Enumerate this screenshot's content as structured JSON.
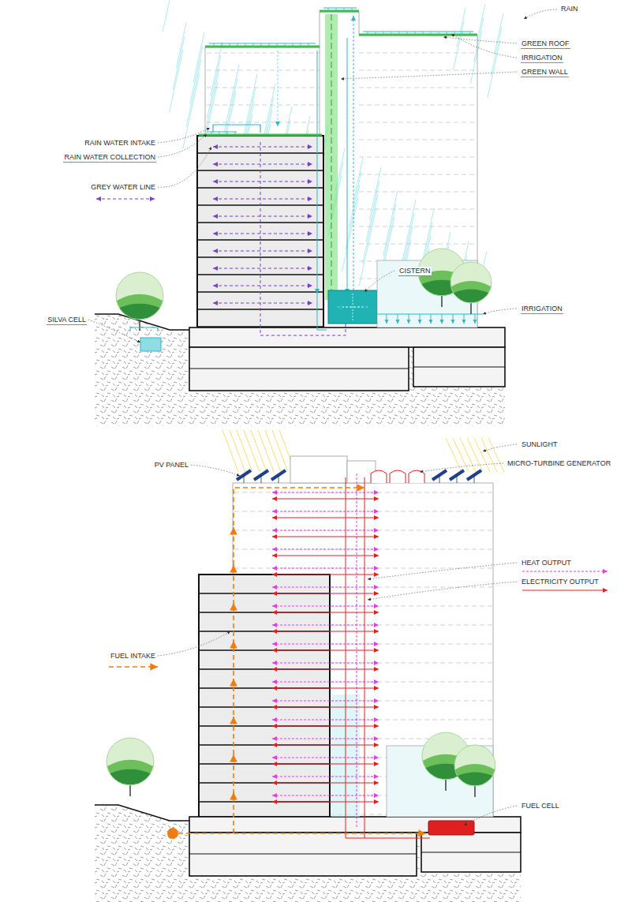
{
  "diagram": {
    "labels": [
      "RAIN",
      "GREEN ROOF",
      "IRRIGATION",
      "GREEN WALL",
      "RAIN WATER INTAKE",
      "RAIN WATER COLLECTION",
      "GREY WATER LINE",
      "CISTERN",
      "IRRIGATION",
      "SILVA CELL",
      "SUNLIGHT",
      "PV PANEL",
      "MICRO-TURBINE GENERATOR",
      "HEAT OUTPUT",
      "ELECTRICITY OUTPUT",
      "FUEL INTAKE",
      "FUEL CELL"
    ]
  }
}
